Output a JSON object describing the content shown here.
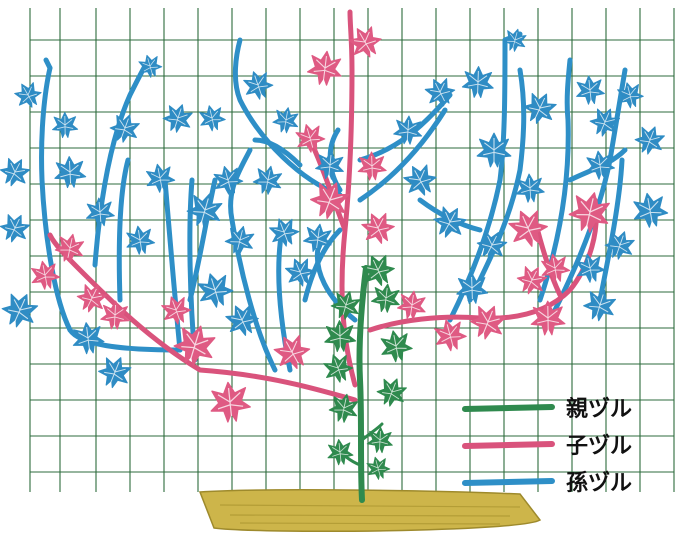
{
  "legend": {
    "items": [
      {
        "label": "親ヅル",
        "color": "#2f8a4e"
      },
      {
        "label": "子ヅル",
        "color": "#d9537c"
      },
      {
        "label": "孫ヅル",
        "color": "#2e8fc7"
      }
    ]
  },
  "colors": {
    "grid": "#2d6b3c",
    "parent_vine": "#2f8a4e",
    "child_vine": "#d9537c",
    "grandchild_vine": "#2e8fc7",
    "soil": "#cdb54a",
    "leaf_pink": "#df5a83",
    "leaf_blue": "#2f8cc4",
    "leaf_green": "#2f8a4e"
  }
}
